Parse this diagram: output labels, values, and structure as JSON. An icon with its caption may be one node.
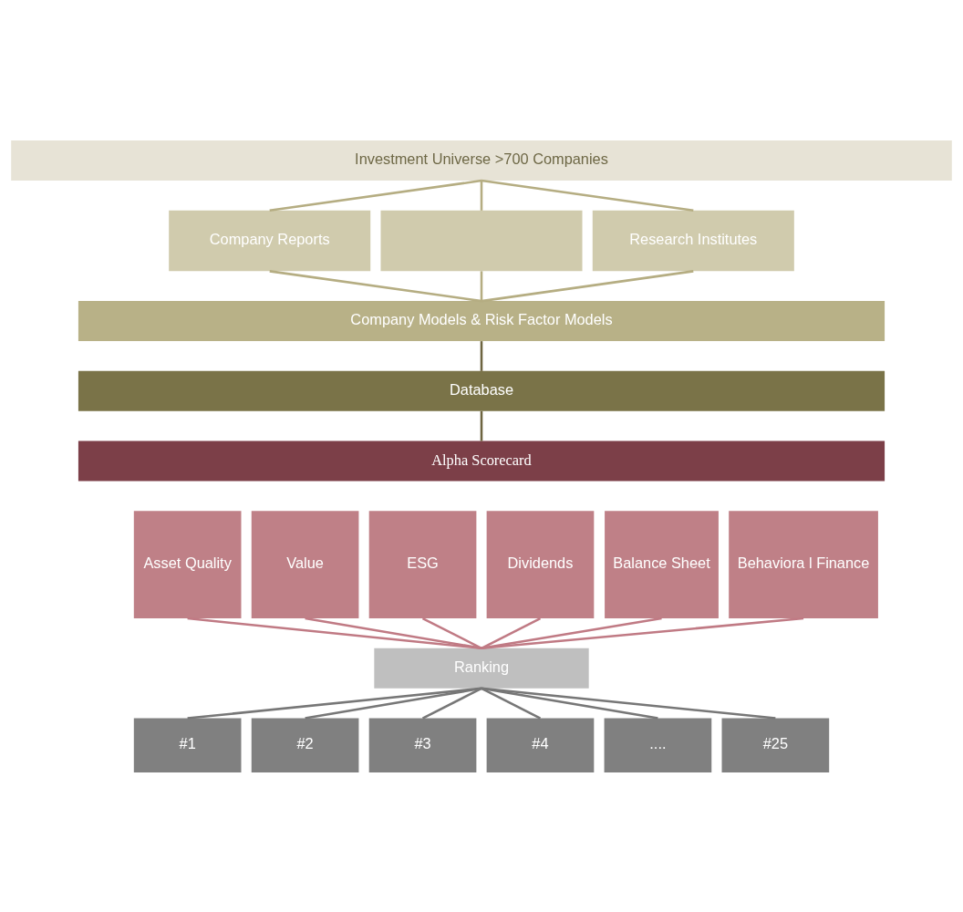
{
  "diagram": {
    "nodes": [
      {
        "text": [
          "Investment Universe >700 Companies"
        ]
      },
      {
        "text": [
          "Company Reports"
        ]
      },
      {
        "text": [],
        "shape": "box"
      },
      {
        "text": [
          "Research Institutes"
        ]
      },
      {
        "text": [
          "Company Models & Risk Factor Models"
        ]
      },
      {
        "text": [
          "Database"
        ]
      },
      {
        "text": [
          "Alpha Scorecard"
        ]
      },
      {
        "text": [
          "Asset Quality"
        ]
      },
      {
        "text": [
          "Value"
        ]
      },
      {
        "text": [
          "ESG"
        ]
      },
      {
        "text": [
          "Dividends"
        ]
      },
      {
        "text": [
          "Balance Sheet"
        ]
      },
      {
        "text": [
          "Behaviora l Finance"
        ]
      },
      {
        "text": [
          "Ranking"
        ]
      },
      {
        "text": [
          "#1"
        ]
      },
      {
        "text": [
          "#2"
        ]
      },
      {
        "text": [
          "#3"
        ]
      },
      {
        "text": [
          "#4"
        ]
      },
      {
        "text": [
          "...."
        ]
      },
      {
        "text": [
          "#25"
        ]
      }
    ],
    "edges": [
      {
        "from": 0,
        "to": 1,
        "arrow": "none",
        "color": "#b5ad82"
      },
      {
        "from": 0,
        "to": 2,
        "arrow": "none",
        "color": "#b5ad82"
      },
      {
        "from": 0,
        "to": 3,
        "arrow": "none",
        "color": "#b5ad82"
      },
      {
        "from": 1,
        "to": 4,
        "arrow": "none",
        "color": "#b5ad82"
      },
      {
        "from": 2,
        "to": 4,
        "arrow": "none",
        "color": "#b5ad82"
      },
      {
        "from": 3,
        "to": 4,
        "arrow": "none",
        "color": "#b5ad82"
      },
      {
        "from": 4,
        "to": 5,
        "arrow": "none",
        "color": "#6e6540"
      },
      {
        "from": 5,
        "to": 6,
        "arrow": "none",
        "color": "#6e6540"
      },
      {
        "from": 7,
        "to": 13,
        "arrow": "none",
        "color": "#c07a84"
      },
      {
        "from": 8,
        "to": 13,
        "arrow": "none",
        "color": "#c07a84"
      },
      {
        "from": 9,
        "to": 13,
        "arrow": "none",
        "color": "#c07a84"
      },
      {
        "from": 10,
        "to": 13,
        "arrow": "none",
        "color": "#c07a84"
      },
      {
        "from": 11,
        "to": 13,
        "arrow": "none",
        "color": "#c07a84"
      },
      {
        "from": 12,
        "to": 13,
        "arrow": "none",
        "color": "#c07a84"
      },
      {
        "from": 13,
        "to": 14,
        "arrow": "none",
        "color": "#777777"
      },
      {
        "from": 13,
        "to": 15,
        "arrow": "none",
        "color": "#777777"
      },
      {
        "from": 13,
        "to": 16,
        "arrow": "none",
        "color": "#777777"
      },
      {
        "from": 13,
        "to": 17,
        "arrow": "none",
        "color": "#777777"
      },
      {
        "from": 13,
        "to": 18,
        "arrow": "none",
        "color": "#777777"
      },
      {
        "from": 13,
        "to": 19,
        "arrow": "none",
        "color": "#777777"
      }
    ]
  }
}
